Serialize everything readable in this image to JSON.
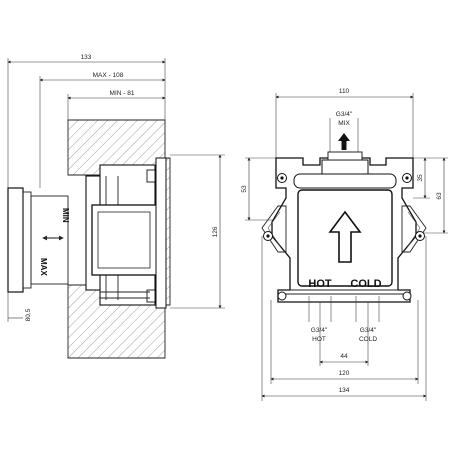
{
  "side_view": {
    "dim_overall": "133",
    "dim_max": "MAX - 108",
    "dim_min": "MIN - 81",
    "label_min": "MIN",
    "label_max": "MAX",
    "dim_height": "126",
    "dim_small": "80,5"
  },
  "front_view": {
    "dim_top": "110",
    "outlet_label": "G3/4\"",
    "mix_label": "MIX",
    "dim_left_height": "53",
    "dim_right_height_small": "35",
    "dim_right_height": "63",
    "hot_label": "HOT",
    "cold_label": "COLD",
    "hot_conn_size": "G3/4\"",
    "hot_conn_label": "HOT",
    "cold_conn_size": "G3/4\"",
    "cold_conn_label": "COLD",
    "dim_centers": "44",
    "dim_bottom_inner": "120",
    "dim_bottom_outer": "134"
  }
}
